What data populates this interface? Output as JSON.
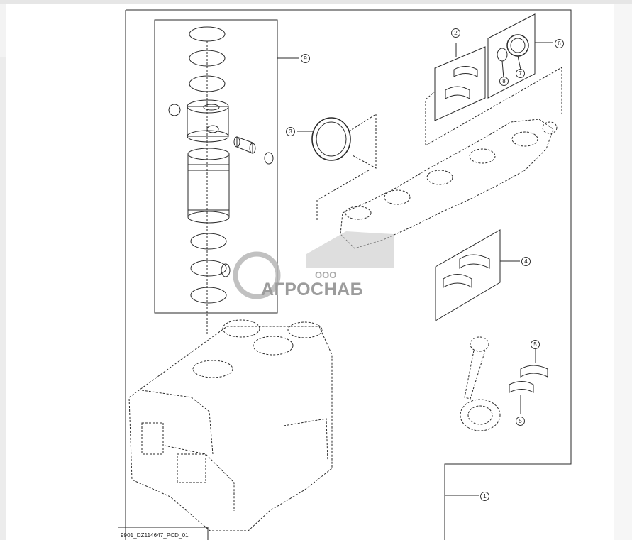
{
  "figure_code": "9901_DZ114647_PCD_01",
  "watermark": {
    "prefix": "ООО",
    "company": "АГРОСНАБ"
  },
  "callouts": {
    "block": "1",
    "main_bearing_upper": "2",
    "rear_seal": "3",
    "main_bearing_lower": "4",
    "rod_bearing_top": "5",
    "rod_bearing_bottom": "5",
    "front_seal_kit": "6",
    "front_seal": "7",
    "o_ring": "8",
    "piston_liner_kit": "9"
  },
  "colors": {
    "line": "#2a2a2a",
    "dashed": "#333333",
    "watermark": "#a0a0a0",
    "background": "#ffffff"
  }
}
